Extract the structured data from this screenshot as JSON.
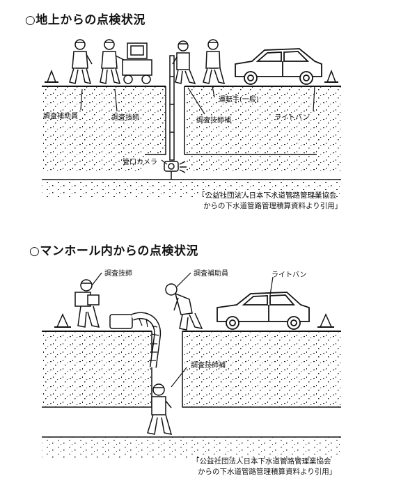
{
  "section1": {
    "title": "○地上からの点検状況",
    "labels": {
      "assistant": "調査補助員",
      "technician": "調査技師",
      "tech_assistant": "調査技師補",
      "driver": "運転手(一般)",
      "light_van": "ライトバン",
      "pipe_camera": "管口カメラ"
    },
    "citation": [
      "「公益社団法人日本下水道管路管理業協会",
      "からの下水道管路管理積算資料より引用」"
    ]
  },
  "section2": {
    "title": "○マンホール内からの点検状況",
    "labels": {
      "technician": "調査技師",
      "assistant": "調査補助員",
      "light_van": "ライトバン",
      "tech_assistant": "調査技師補"
    },
    "citation": [
      "「公益社団法人日本下水道管路管理業協会",
      "からの下水道管路管理積算資料より引用」"
    ]
  }
}
